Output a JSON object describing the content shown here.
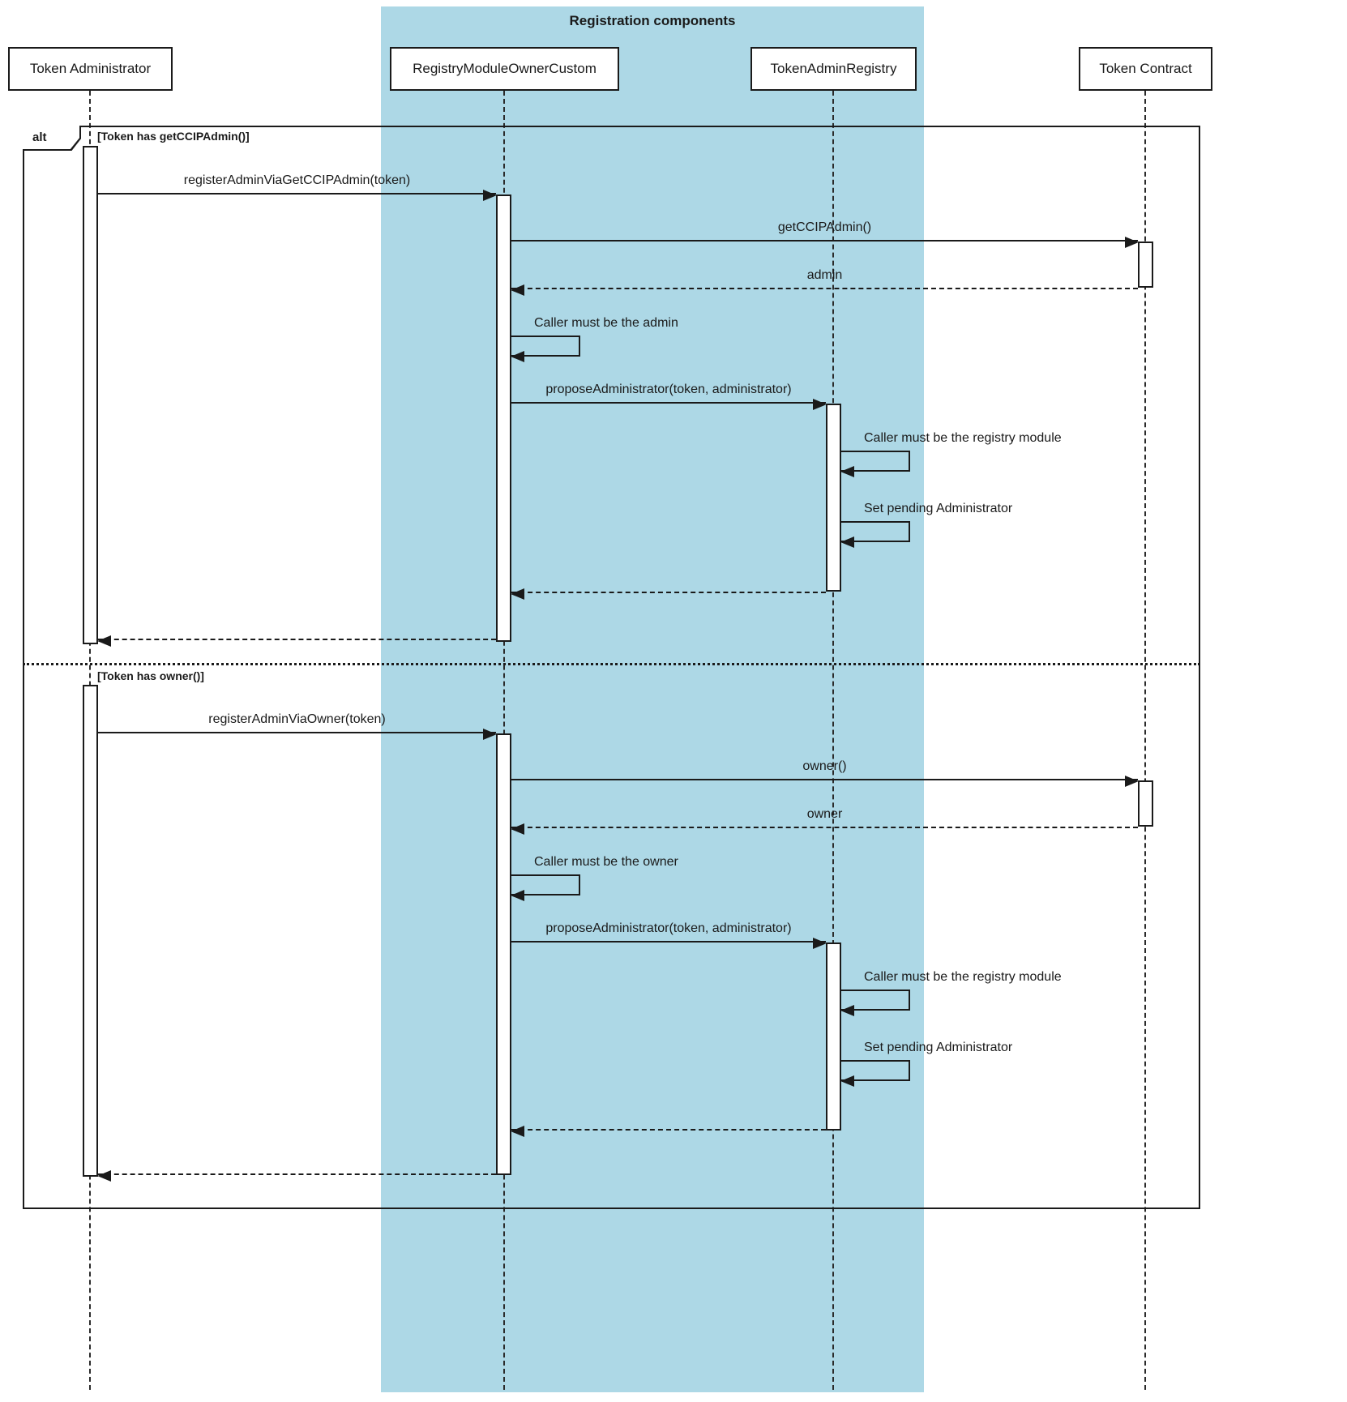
{
  "diagram": {
    "region": {
      "title": "Registration components",
      "fill": "#add8e6"
    },
    "frame": {
      "operator": "alt"
    },
    "participants": [
      {
        "name": "Token Administrator"
      },
      {
        "name": "RegistryModuleOwnerCustom"
      },
      {
        "name": "TokenAdminRegistry"
      },
      {
        "name": "Token Contract"
      }
    ],
    "sections": [
      {
        "guard": "[Token has getCCIPAdmin()]",
        "messages": {
          "register": "registerAdminViaGetCCIPAdmin(token)",
          "query": "getCCIPAdmin()",
          "query_return": "admin",
          "caller_check": "Caller must be the admin",
          "propose": "proposeAdministrator(token, administrator)",
          "registry_check": "Caller must be the registry module",
          "set_pending": "Set pending Administrator"
        }
      },
      {
        "guard": "[Token has owner()]",
        "messages": {
          "register": "registerAdminViaOwner(token)",
          "query": "owner()",
          "query_return": "owner",
          "caller_check": "Caller must be the owner",
          "propose": "proposeAdministrator(token, administrator)",
          "registry_check": "Caller must be the registry module",
          "set_pending": "Set pending Administrator"
        }
      }
    ]
  }
}
